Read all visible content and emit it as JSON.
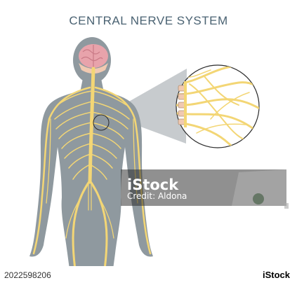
{
  "title": "CENTRAL NERVE SYSTEM",
  "colors": {
    "body": "#8f999f",
    "nerve": "#f3d675",
    "nerve_dark": "#d9b24a",
    "brain": "#e8a3ab",
    "brain_stem": "#f1c9b1",
    "callout": "#c7cbce",
    "title": "#4a6272"
  },
  "watermark": {
    "brand": "iStock",
    "credit": "Credit: Aldona"
  },
  "footer": {
    "image_id": "2022598206",
    "logo": "iStock"
  }
}
